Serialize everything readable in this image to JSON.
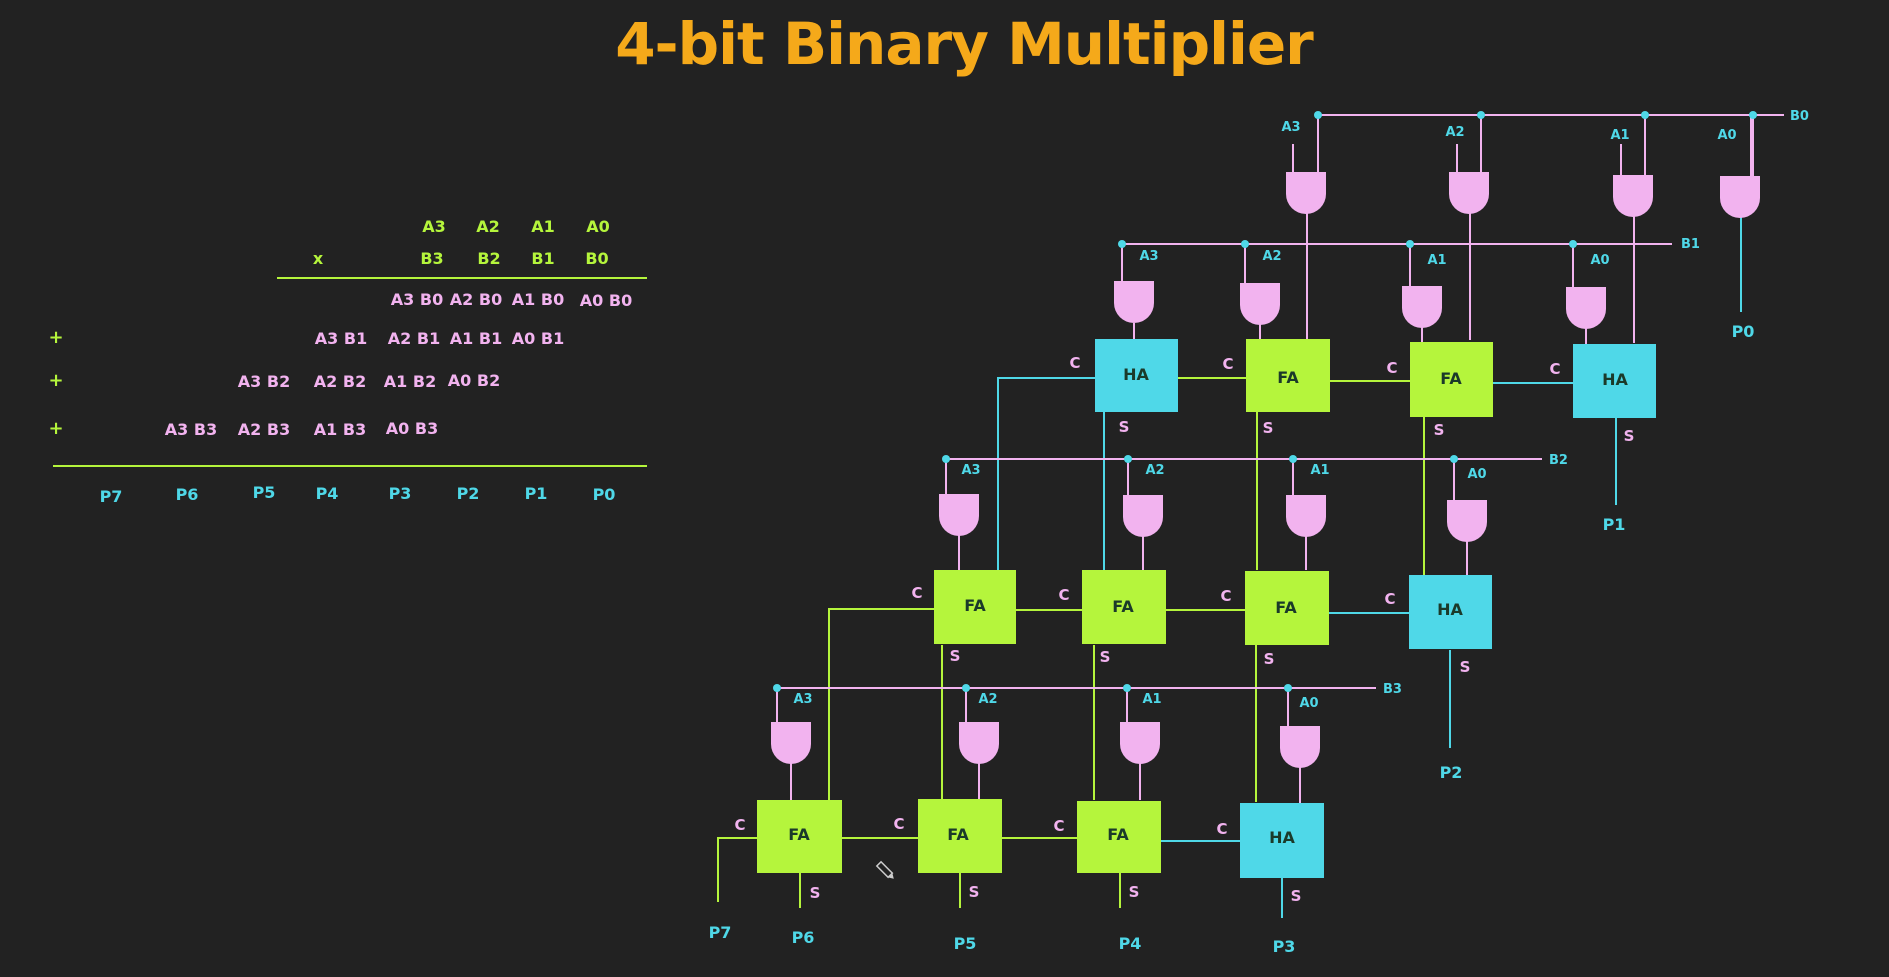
{
  "title": "4-bit Binary Multiplier",
  "colors": {
    "background": "#222222",
    "title": "#f5a91a",
    "green": "#b5f53c",
    "pink": "#f2b3ef",
    "cyan": "#4fd8e8"
  },
  "table": {
    "a_row": [
      "A3",
      "A2",
      "A1",
      "A0"
    ],
    "times": "x",
    "b_row": [
      "B3",
      "B2",
      "B1",
      "B0"
    ],
    "plus": "+",
    "pp0": [
      "A3 B0",
      "A2 B0",
      "A1 B0",
      "A0 B0"
    ],
    "pp1": [
      "A3 B1",
      "A2 B1",
      "A1 B1",
      "A0 B1"
    ],
    "pp2": [
      "A3 B2",
      "A2 B2",
      "A1 B2",
      "A0 B2"
    ],
    "pp3": [
      "A3 B3",
      "A2 B3",
      "A1 B3",
      "A0 B3"
    ],
    "products": [
      "P7",
      "P6",
      "P5",
      "P4",
      "P3",
      "P2",
      "P1",
      "P0"
    ]
  },
  "circuit": {
    "carry": "C",
    "sum": "S",
    "bus_labels": [
      "B0",
      "B1",
      "B2",
      "B3"
    ],
    "gate_labels": [
      "A3",
      "A2",
      "A1",
      "A0"
    ],
    "row1": [
      "HA",
      "FA",
      "FA",
      "HA"
    ],
    "row2": [
      "FA",
      "FA",
      "FA",
      "HA"
    ],
    "row3": [
      "FA",
      "FA",
      "FA",
      "HA"
    ],
    "outputs": [
      "P0",
      "P1",
      "P2",
      "P3",
      "P4",
      "P5",
      "P6",
      "P7"
    ]
  }
}
